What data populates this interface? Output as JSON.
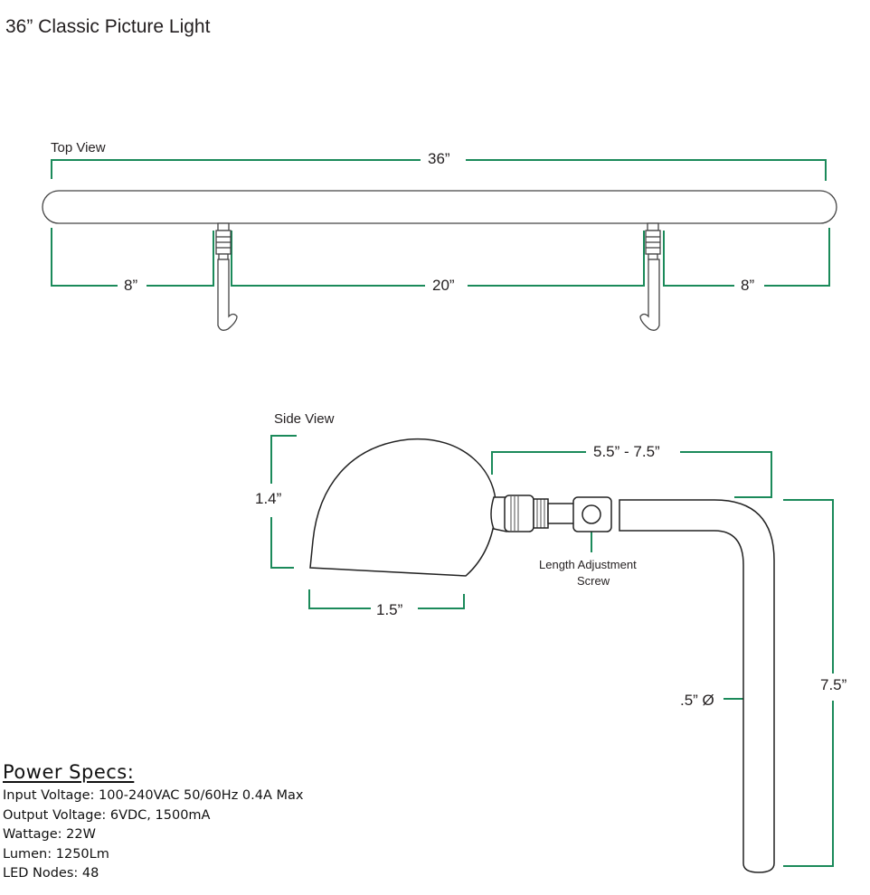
{
  "title": "36” Classic Picture Light",
  "top_view": {
    "label": "Top View",
    "overall_length": "36”",
    "left_offset": "8”",
    "bracket_spacing": "20”",
    "right_offset": "8”"
  },
  "side_view": {
    "label": "Side View",
    "shade_height": "1.4”",
    "shade_depth": "1.5”",
    "arm_extension": "5.5” - 7.5”",
    "screw_label_1": "Length Adjustment",
    "screw_label_2": "Screw",
    "rod_diameter": ".5” Ø",
    "arm_height": "7.5”"
  },
  "power_specs": {
    "heading": "Power Specs:",
    "lines": [
      "Input Voltage: 100-240VAC 50/60Hz 0.4A Max",
      "Output Voltage: 6VDC, 1500mA",
      "Wattage: 22W",
      "Lumen: 1250Lm",
      "LED Nodes: 48"
    ]
  },
  "colors": {
    "dimension": "#1b8a5a",
    "outline": "#333333"
  }
}
